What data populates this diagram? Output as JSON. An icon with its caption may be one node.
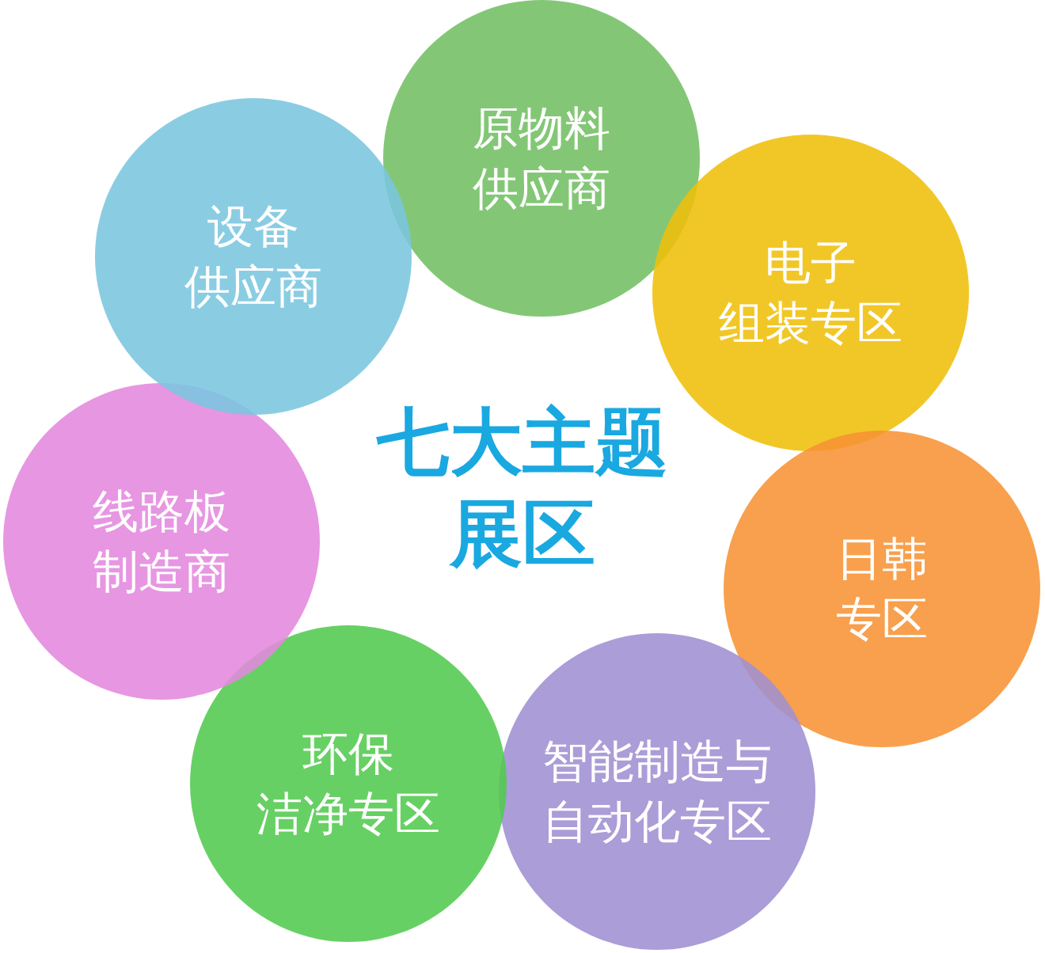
{
  "diagram": {
    "title": "七大主题展区",
    "nodes": [
      {
        "text": [
          "原物料供应商"
        ]
      },
      {
        "text": [
          "电子组装专区"
        ]
      },
      {
        "text": [
          "日韩专区"
        ]
      },
      {
        "text": [
          "智能制造与自动化专区"
        ]
      },
      {
        "text": [
          "环保洁净专区"
        ]
      },
      {
        "text": [
          "线路板制造商"
        ]
      },
      {
        "text": [
          "设备供应商"
        ]
      }
    ]
  }
}
